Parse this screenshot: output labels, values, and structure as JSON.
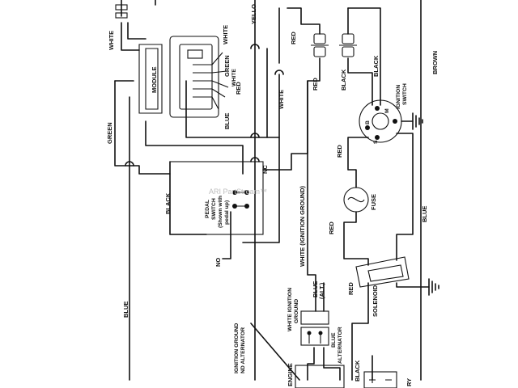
{
  "labels": {
    "white_top": "WHITE",
    "yellow_top": "YELLO",
    "module": "MODULE",
    "white_module": "WHITE",
    "green_module": "GREEN",
    "white_switch": "WHITE",
    "red_switch": "RED",
    "blue_switch": "BLUE",
    "green_left": "GREEN",
    "white_mid": "WHITE",
    "red_top": "RED",
    "red_conn": "RED",
    "black_conn": "BLACK",
    "black_ign": "BLACK",
    "ignition_switch_1": "IGNITION",
    "ignition_switch_2": "SWITCH",
    "brown": "BROWN",
    "ign_b": "B",
    "ign_m": "M",
    "ign_s": "S",
    "red_ign": "RED",
    "fuse": "FUSE",
    "black_pedal": "BLACK",
    "pedal_1": "PEDAL",
    "pedal_2": "SWITCH",
    "pedal_3": "(Shown with",
    "pedal_4": "pedal up)",
    "nc": "NC",
    "no": "NO",
    "white_ign_ground": "WHITE (IGNITION GROUND)",
    "red_lower": "RED",
    "blue_right": "BLUE",
    "blue_left": "BLUE",
    "blue_alt_1": "BLUE",
    "blue_alt_2": "(ALT.)",
    "red_sol": "RED",
    "solenoid": "SOLENOID",
    "white_ign_1": "WHITE IGNITION",
    "white_ign_2": "GROUND",
    "blue_alt_lower_1": "BLUE",
    "blue_alt_lower_2": "ALTERNATOR",
    "black_lower": "BLACK",
    "ign_ground_alt_1": "IGNITION GROUND",
    "ign_ground_alt_2": "ND ALTERNATOR",
    "engine": "ENGINE",
    "battery": "RY",
    "watermark": "ARI PartStream™"
  }
}
